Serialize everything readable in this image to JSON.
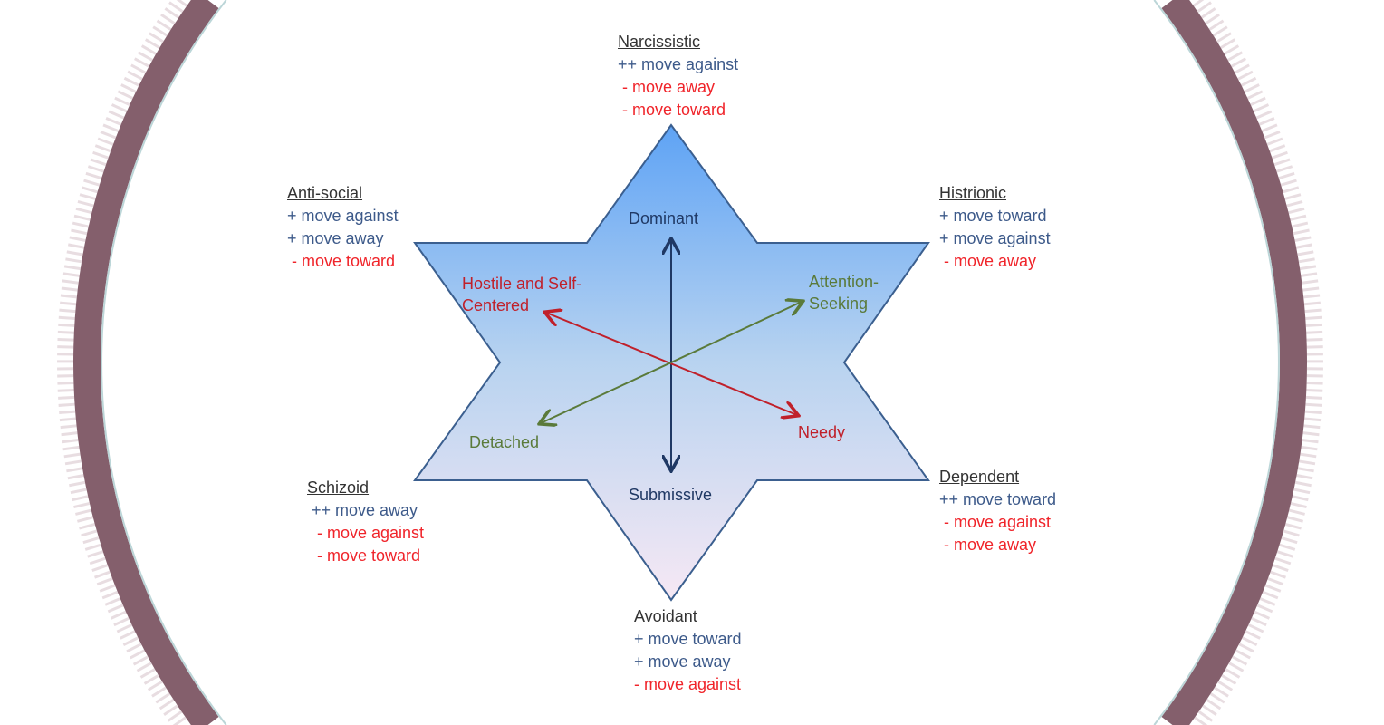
{
  "colors": {
    "ring": "#845f6c",
    "star_top": "#5ea3f5",
    "star_bottom": "#f6e8f4",
    "star_stroke": "#3b5f8f",
    "positive": "#3d5a8a",
    "negative": "#f0242a",
    "axis_vertical": "#1f3864",
    "axis_red": "#c0202a",
    "axis_green": "#5a7a3a"
  },
  "axes": {
    "dominant": "Dominant",
    "submissive": "Submissive",
    "hostile": "Hostile and Self-Centered",
    "needy": "Needy",
    "attention": "Attention-Seeking",
    "detached": "Detached"
  },
  "disorders": {
    "narcissistic": {
      "title": "Narcissistic",
      "lines": [
        "++ move against",
        "- move away",
        "- move toward"
      ]
    },
    "antisocial": {
      "title": "Anti-social",
      "lines": [
        "+ move against",
        "+ move away",
        "- move toward"
      ]
    },
    "histrionic": {
      "title": "Histrionic",
      "lines": [
        "+ move toward",
        "+ move against",
        "- move away"
      ]
    },
    "schizoid": {
      "title": "Schizoid",
      "lines": [
        "++ move away",
        "- move against",
        "- move toward"
      ]
    },
    "dependent": {
      "title": "Dependent",
      "lines": [
        "++ move toward",
        "- move against",
        "- move away"
      ]
    },
    "avoidant": {
      "title": "Avoidant",
      "lines": [
        "+ move toward",
        "+ move away",
        "- move against"
      ]
    }
  }
}
